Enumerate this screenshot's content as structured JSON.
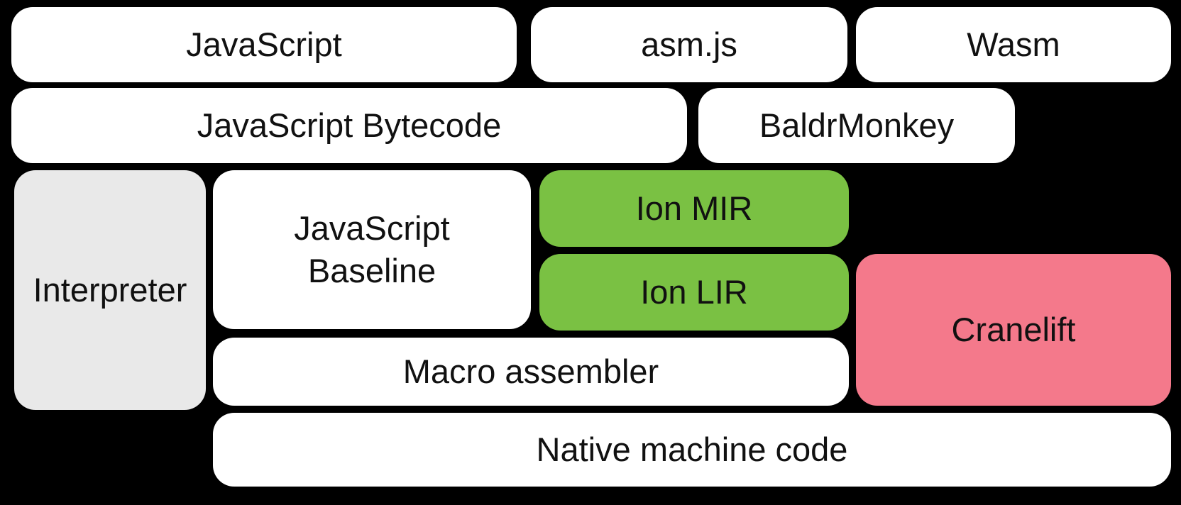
{
  "diagram": {
    "colors": {
      "background": "#000000",
      "box_white": "#ffffff",
      "box_gray": "#e9e9e9",
      "box_green": "#7ac143",
      "box_pink": "#f4798b",
      "text": "#111111"
    },
    "nodes": {
      "javascript": {
        "label": "JavaScript"
      },
      "asmjs": {
        "label": "asm.js"
      },
      "wasm": {
        "label": "Wasm"
      },
      "bytecode": {
        "label": "JavaScript Bytecode"
      },
      "baldrmonkey": {
        "label": "BaldrMonkey"
      },
      "interpreter": {
        "label": "Interpreter"
      },
      "baseline": {
        "line1": "JavaScript",
        "line2": "Baseline"
      },
      "ion_mir": {
        "label": "Ion MIR"
      },
      "ion_lir": {
        "label": "Ion LIR"
      },
      "cranelift": {
        "label": "Cranelift"
      },
      "macro_assembler": {
        "label": "Macro assembler"
      },
      "native": {
        "label": "Native machine code"
      }
    }
  }
}
